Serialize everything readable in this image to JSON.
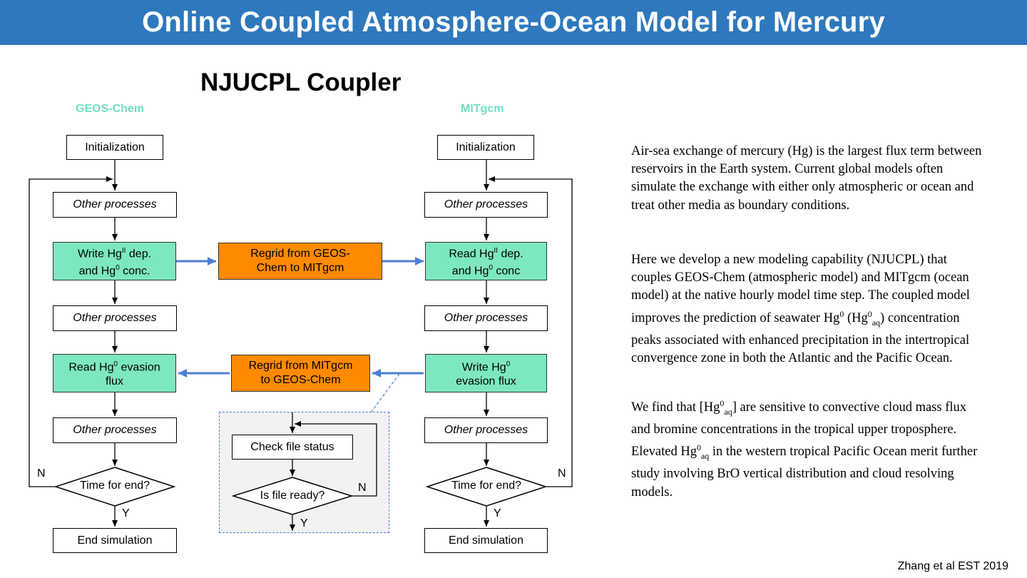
{
  "banner": {
    "title": "Online Coupled Atmosphere-Ocean Model for Mercury"
  },
  "diagram": {
    "title": "NJUCPL Coupler",
    "left": {
      "label": "GEOS-Chem",
      "init": "Initialization",
      "other1": "Other processes",
      "write_line1_pre": "Write Hg",
      "write_line1_sup": "II",
      "write_line1_post": " dep.",
      "write_line2_pre": "and Hg",
      "write_line2_sup": "0",
      "write_line2_post": " conc.",
      "other2": "Other processes",
      "read_line1_pre": "Read Hg",
      "read_line1_sup": "0",
      "read_line1_post": " evasion",
      "read_line2": "flux",
      "other3": "Other processes",
      "decision": "Time for end?",
      "no": "N",
      "yes": "Y",
      "end": "End simulation"
    },
    "right": {
      "label": "MITgcm",
      "init": "Initialization",
      "other1": "Other processes",
      "read_line1_pre": "Read Hg",
      "read_line1_sup": "II",
      "read_line1_post": " dep.",
      "read_line2_pre": "and Hg",
      "read_line2_sup": "0",
      "read_line2_post": " conc",
      "other2": "Other processes",
      "write_line1_pre": "Write Hg",
      "write_line1_sup": "0",
      "write_line2": "evasion flux",
      "other3": "Other processes",
      "decision": "Time for end?",
      "no": "N",
      "yes": "Y",
      "end": "End simulation"
    },
    "regrid_to_mitgcm": {
      "line1": "Regrid from GEOS-",
      "line2": "Chem to MITgcm"
    },
    "regrid_to_geoschem": {
      "line1": "Regrid from MITgcm",
      "line2": "to GEOS-Chem"
    },
    "check": {
      "box": "Check file status",
      "decision": "Is file ready?",
      "no": "N",
      "yes": "Y"
    },
    "colors": {
      "green": "#7de8c0",
      "orange": "#ff8a00",
      "arrow_blue": "#4a7fd6",
      "banner_blue": "#2e78bd"
    }
  },
  "body": {
    "p1": "Air-sea exchange of mercury (Hg) is the largest flux term between reservoirs in the Earth system. Current global models often simulate the exchange with either only atmospheric or ocean and treat other media as boundary conditions.",
    "p2_a": "Here we develop a new modeling capability (NJUCPL) that couples GEOS-Chem (atmospheric model) and MITgcm (ocean model) at the native hourly model time step. The coupled model improves the prediction of seawater Hg",
    "p2_sup1": "0",
    "p2_b": " (Hg",
    "p2_sup2": "0",
    "p2_sub2": "aq",
    "p2_c": ") concentration peaks associated with enhanced precipitation in the intertropical convergence zone in both the Atlantic and the Pacific Ocean.",
    "p3_a": "We find that [Hg",
    "p3_sup1": "0",
    "p3_sub1": "aq",
    "p3_b": "] are sensitive to convective cloud mass flux and bromine concentrations in the tropical upper troposphere. Elevated Hg",
    "p3_sup2": "0",
    "p3_sub2": "aq",
    "p3_c": " in the western tropical Pacific Ocean merit further study involving BrO vertical distribution and cloud resolving models."
  },
  "citation": "Zhang et al EST 2019"
}
